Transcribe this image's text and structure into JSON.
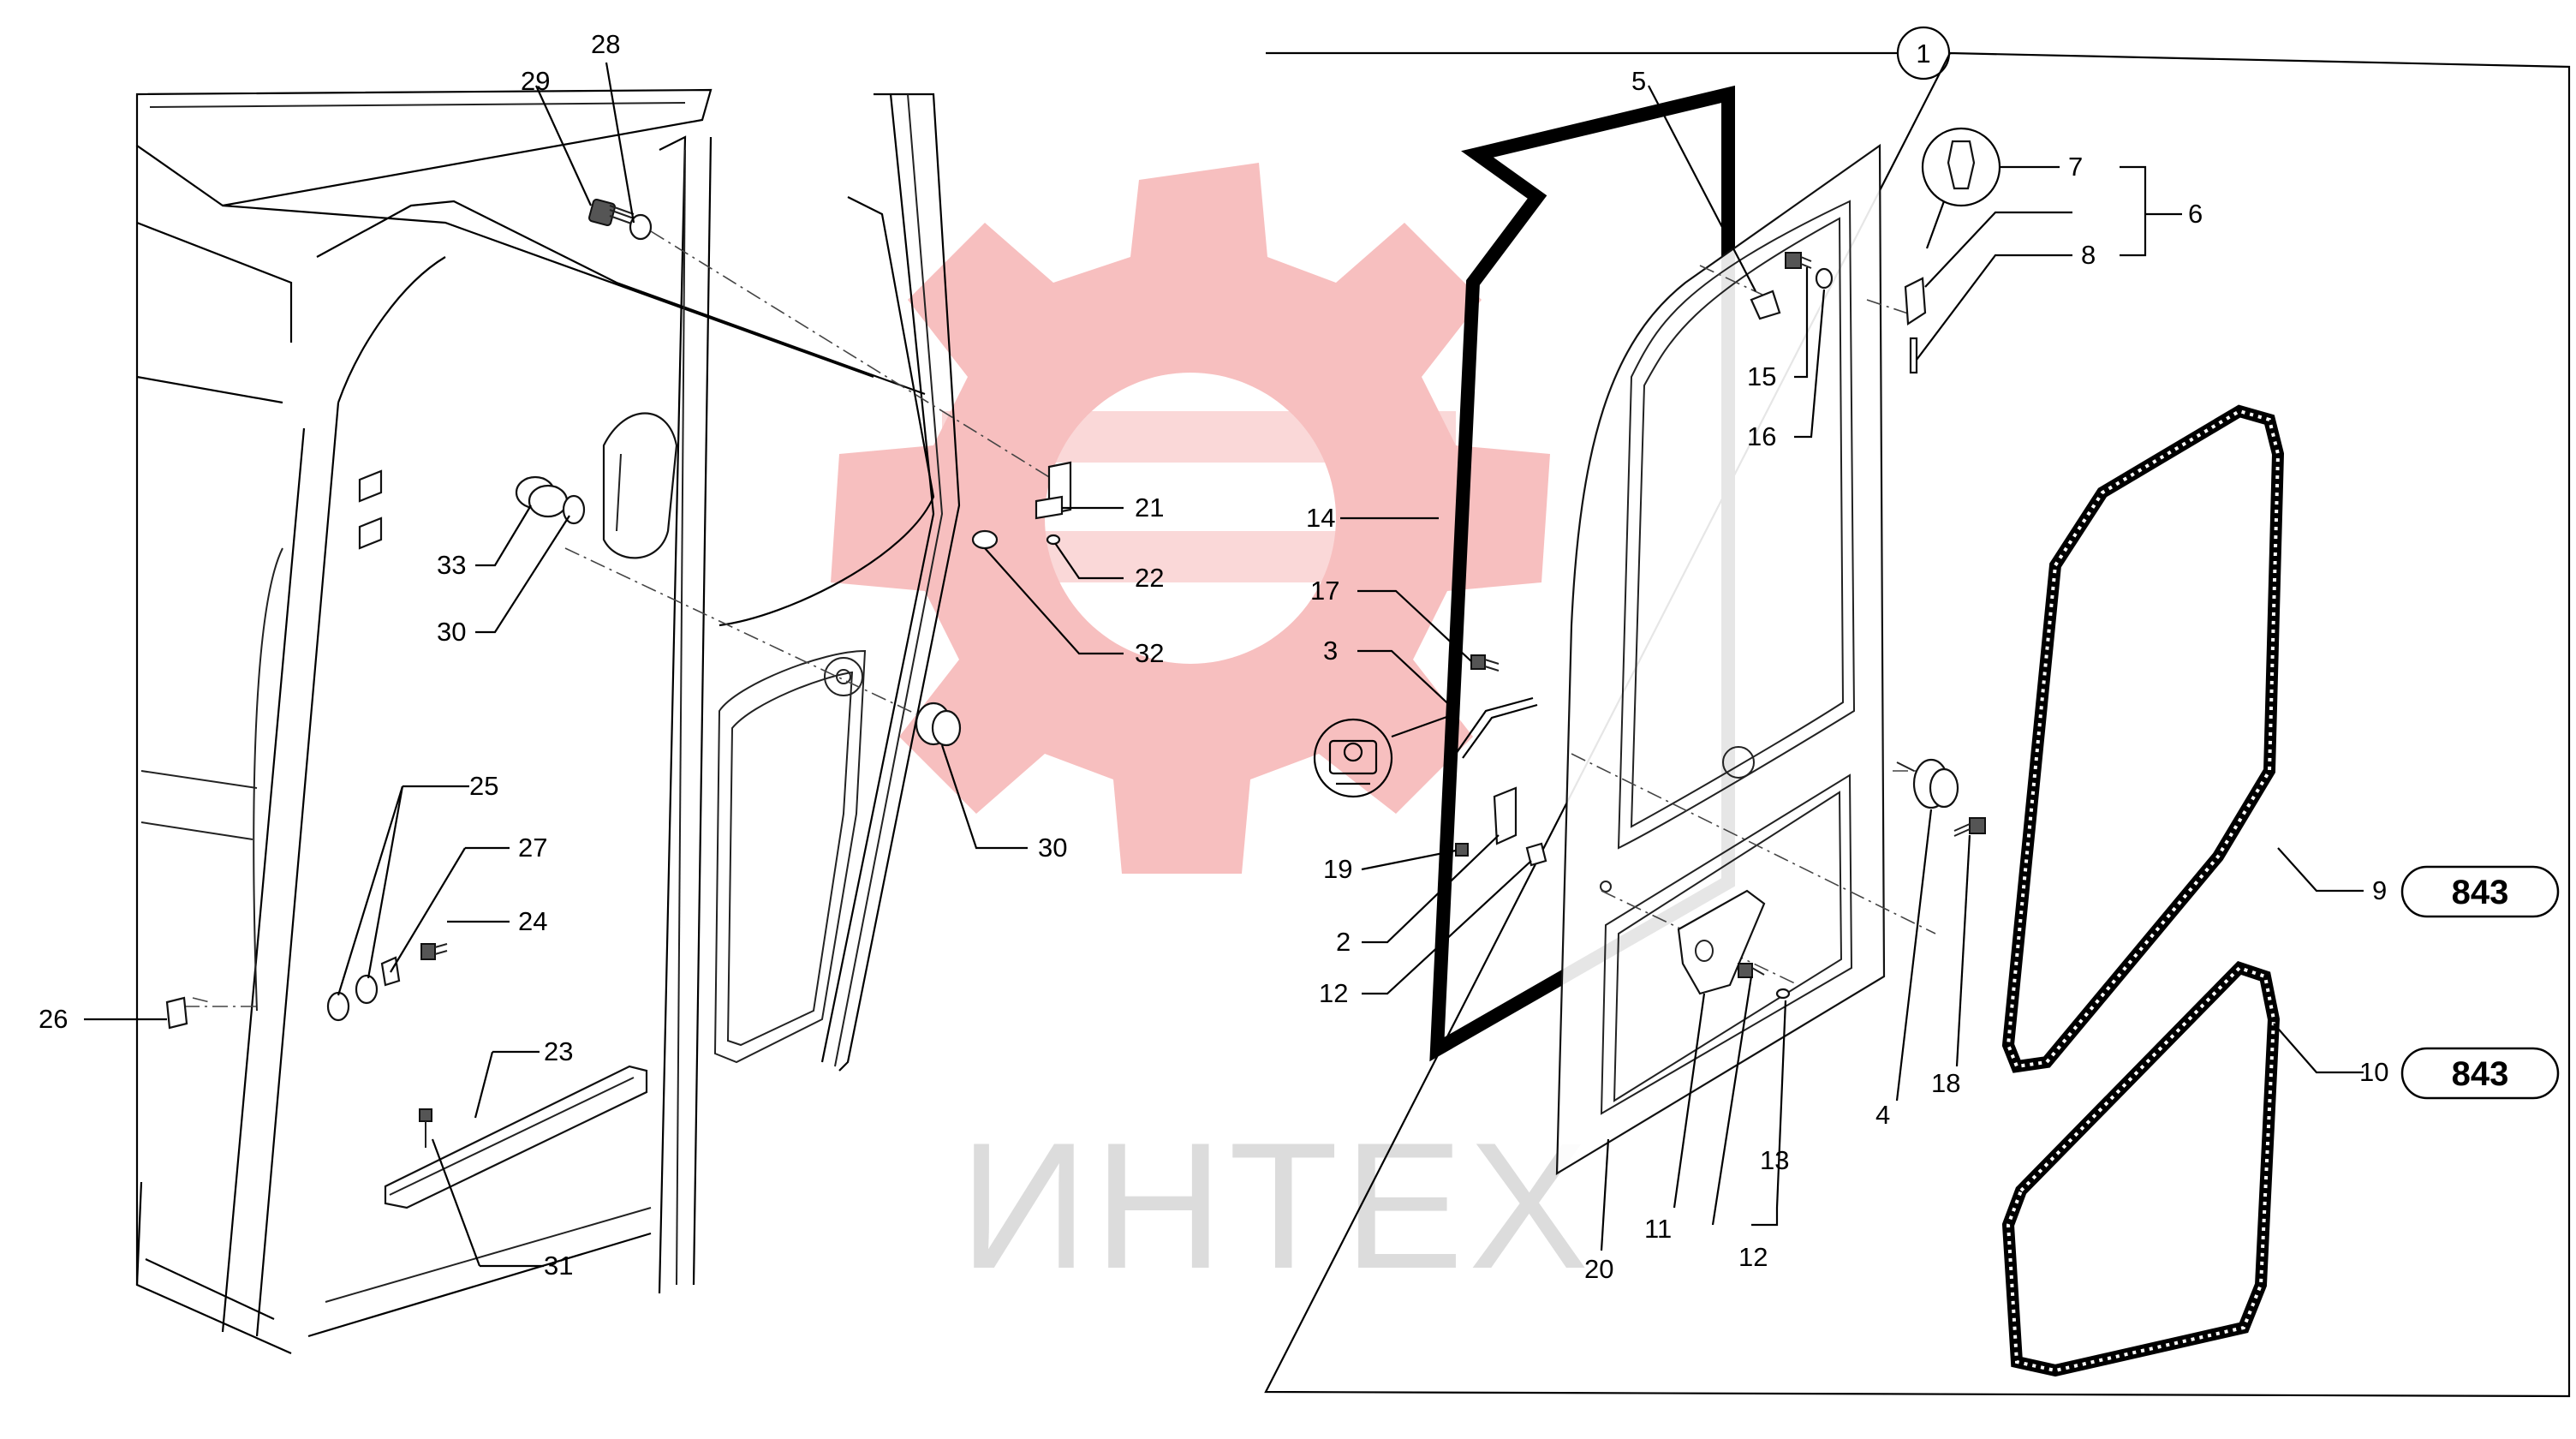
{
  "watermark": {
    "text": "ИНТЕХ",
    "logo_color": "#f6b8b8",
    "text_color": "#d8d8d8"
  },
  "assembly_number": "1",
  "reference_badges": [
    {
      "for_item": "9",
      "text": "843"
    },
    {
      "for_item": "10",
      "text": "843"
    }
  ],
  "callouts_left": [
    "29",
    "28",
    "21",
    "22",
    "32",
    "33",
    "30",
    "30",
    "25",
    "27",
    "24",
    "26",
    "23",
    "31"
  ],
  "callouts_right": [
    "5",
    "7",
    "6",
    "8",
    "15",
    "16",
    "14",
    "17",
    "3",
    "19",
    "2",
    "12",
    "4",
    "18",
    "9",
    "10",
    "11",
    "13",
    "12",
    "20"
  ],
  "symbol": {
    "name": "door-lock-symbol-icon"
  }
}
